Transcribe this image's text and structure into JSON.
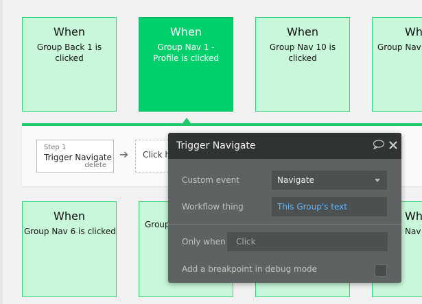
{
  "events": [
    {
      "when": "When",
      "desc": "Group Back 1 is clicked",
      "active": false
    },
    {
      "when": "When",
      "desc": "Group Nav 1 - Profile is clicked",
      "active": true
    },
    {
      "when": "When",
      "desc": "Group Nav 10 is clicked",
      "active": false
    },
    {
      "when": "Wh",
      "desc": "Group Nav",
      "active": false
    },
    {
      "when": "When",
      "desc": "Group Nav 6 is clicked",
      "active": false
    },
    {
      "when": "",
      "desc": "Group",
      "active": false
    },
    {
      "when": "",
      "desc": "",
      "active": false
    },
    {
      "when": "Wh",
      "desc": "Nav",
      "active": false
    }
  ],
  "workflow": {
    "step_number": "Step 1",
    "step_title": "Trigger Navigate",
    "delete_label": "delete",
    "add_step_label": "Click h"
  },
  "panel": {
    "title": "Trigger Navigate",
    "comment_icon": "speech-bubble-icon",
    "close_icon": "close-icon",
    "custom_event_label": "Custom event",
    "custom_event_value": "Navigate",
    "workflow_thing_label": "Workflow thing",
    "workflow_thing_value": "This Group's text",
    "only_when_label": "Only when",
    "only_when_placeholder": "Click",
    "breakpoint_label": "Add a breakpoint in debug mode"
  },
  "colors": {
    "event_bg": "#c9f7d9",
    "event_active_bg": "#00d06b",
    "accent_green": "#1fc86b",
    "link_blue": "#5fb6ff",
    "panel_bg": "#5f6263",
    "panel_header_bg": "#2f3334"
  }
}
